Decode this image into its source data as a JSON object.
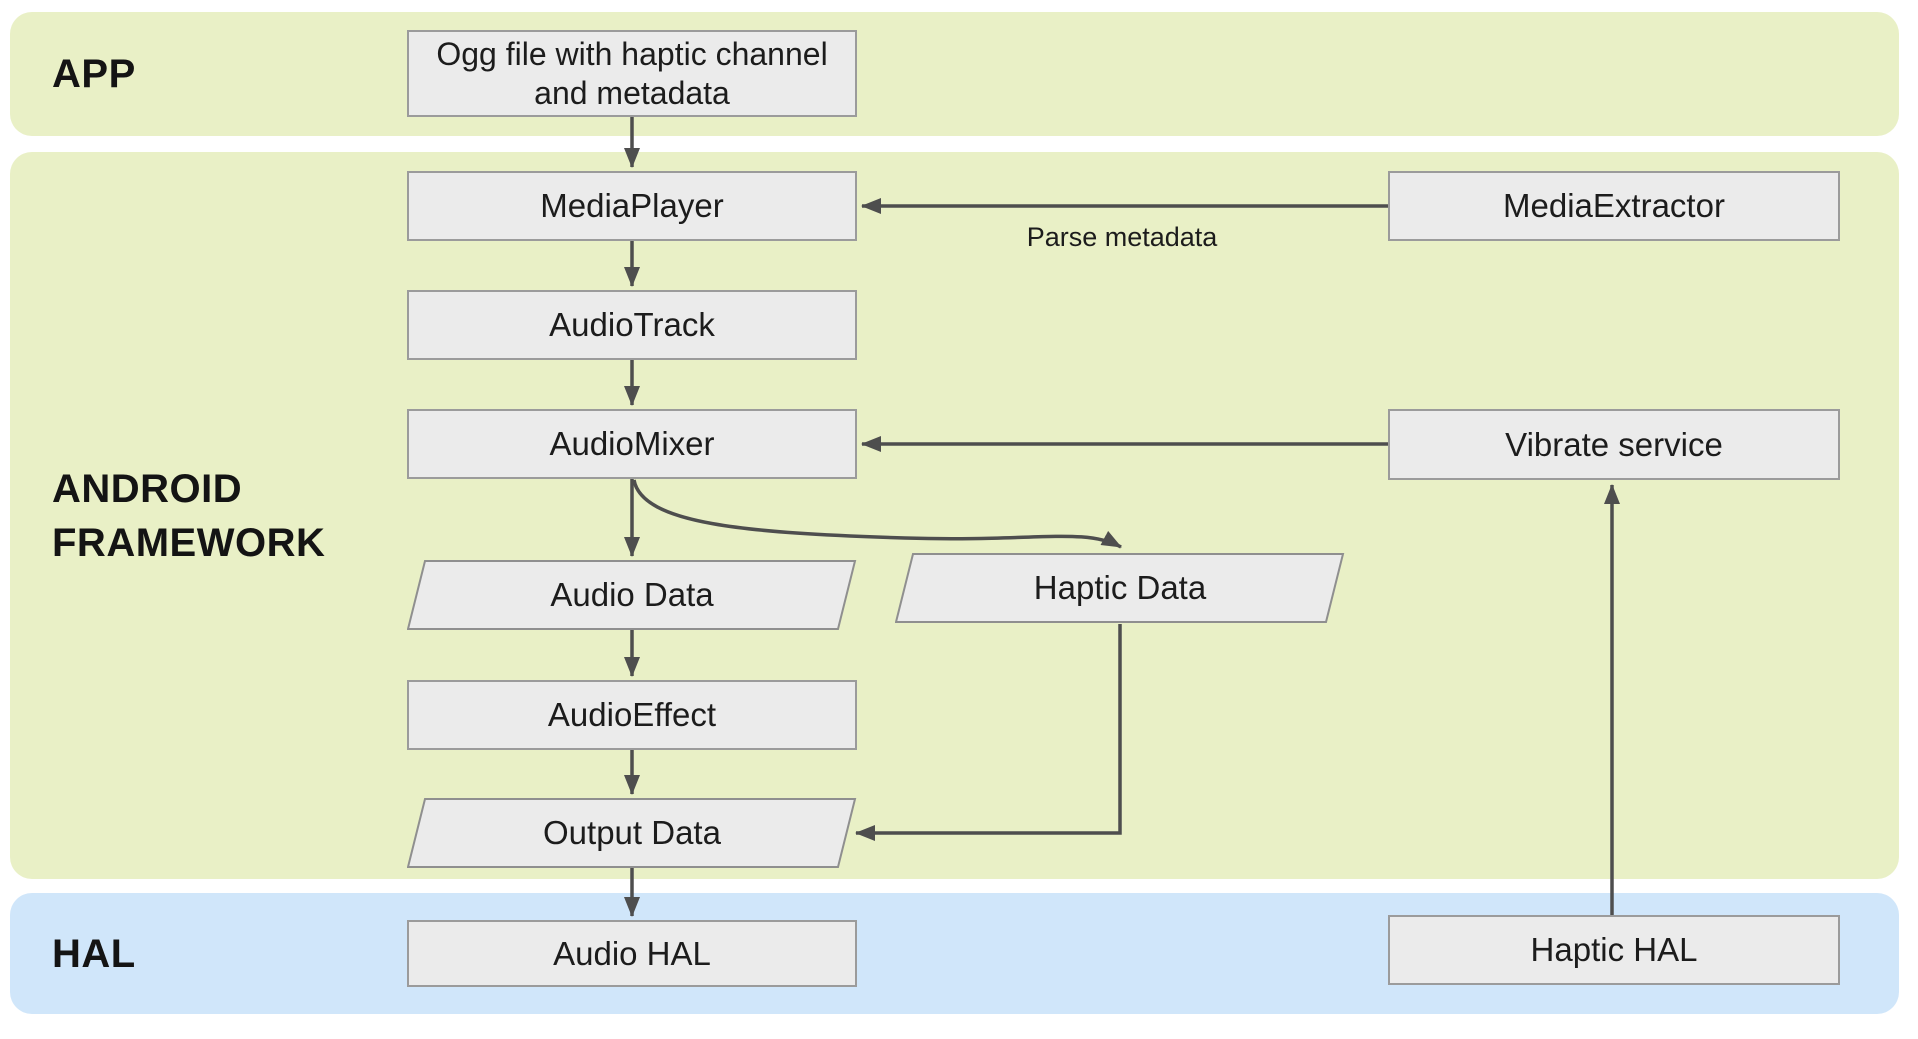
{
  "colors": {
    "band_green": "#e9f0c6",
    "band_blue": "#d0e6fa",
    "node_fill": "#ebebeb",
    "node_border": "#9b9b9b",
    "pgram_border": "#8f8f8f",
    "arrow": "#4e4e4e",
    "text": "#1c1c1c"
  },
  "bands": {
    "app": {
      "label": "APP"
    },
    "framework": {
      "label_line1": "ANDROID",
      "label_line2": "FRAMEWORK"
    },
    "hal": {
      "label": "HAL"
    }
  },
  "nodes": {
    "ogg_file": {
      "label": "Ogg file with haptic channel and metadata",
      "shape": "rect"
    },
    "media_player": {
      "label": "MediaPlayer",
      "shape": "rect"
    },
    "media_extractor": {
      "label": "MediaExtractor",
      "shape": "rect"
    },
    "audio_track": {
      "label": "AudioTrack",
      "shape": "rect"
    },
    "audio_mixer": {
      "label": "AudioMixer",
      "shape": "rect"
    },
    "vibrate_service": {
      "label": "Vibrate service",
      "shape": "rect"
    },
    "audio_data": {
      "label": "Audio Data",
      "shape": "parallelogram"
    },
    "haptic_data": {
      "label": "Haptic Data",
      "shape": "parallelogram"
    },
    "audio_effect": {
      "label": "AudioEffect",
      "shape": "rect"
    },
    "output_data": {
      "label": "Output Data",
      "shape": "parallelogram"
    },
    "audio_hal": {
      "label": "Audio HAL",
      "shape": "rect"
    },
    "haptic_hal": {
      "label": "Haptic HAL",
      "shape": "rect"
    }
  },
  "edges": [
    {
      "from": "ogg_file",
      "to": "media_player",
      "label": ""
    },
    {
      "from": "media_extractor",
      "to": "media_player",
      "label": "Parse metadata"
    },
    {
      "from": "media_player",
      "to": "audio_track",
      "label": ""
    },
    {
      "from": "audio_track",
      "to": "audio_mixer",
      "label": ""
    },
    {
      "from": "vibrate_service",
      "to": "audio_mixer",
      "label": ""
    },
    {
      "from": "audio_mixer",
      "to": "audio_data",
      "label": ""
    },
    {
      "from": "audio_mixer",
      "to": "haptic_data",
      "label": ""
    },
    {
      "from": "audio_data",
      "to": "audio_effect",
      "label": ""
    },
    {
      "from": "audio_effect",
      "to": "output_data",
      "label": ""
    },
    {
      "from": "haptic_data",
      "to": "output_data",
      "label": ""
    },
    {
      "from": "output_data",
      "to": "audio_hal",
      "label": ""
    },
    {
      "from": "haptic_hal",
      "to": "vibrate_service",
      "label": ""
    }
  ]
}
